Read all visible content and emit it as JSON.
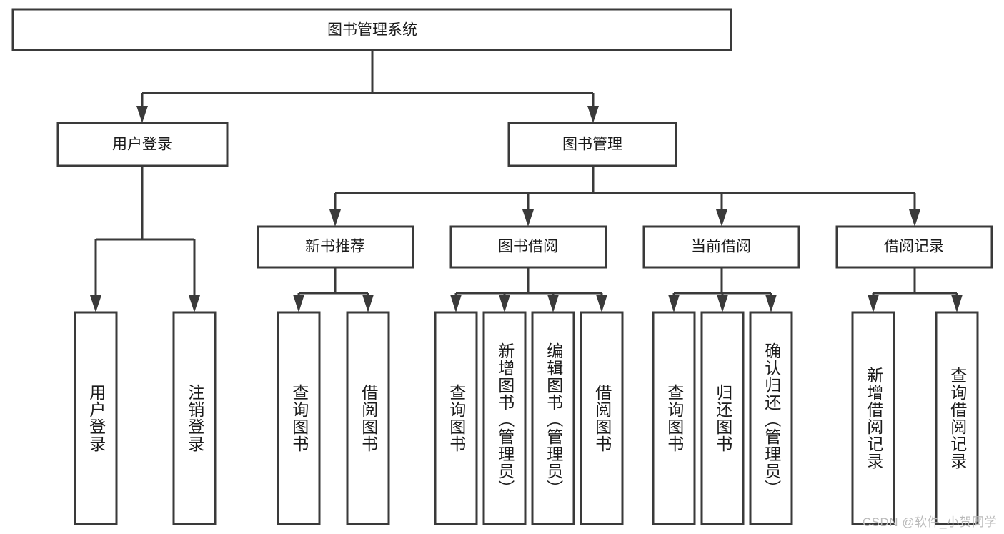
{
  "diagram": {
    "title_node": {
      "label": "图书管理系统"
    },
    "level2": [
      {
        "id": "user-login",
        "label": "用户登录"
      },
      {
        "id": "book-management",
        "label": "图书管理"
      }
    ],
    "level3": [
      {
        "id": "new-book-recommend",
        "label": "新书推荐"
      },
      {
        "id": "book-borrow",
        "label": "图书借阅"
      },
      {
        "id": "current-borrow",
        "label": "当前借阅"
      },
      {
        "id": "borrow-record",
        "label": "借阅记录"
      }
    ],
    "leaves": [
      {
        "id": "leaf-user-login",
        "label": "用户登录",
        "parent": "user-login"
      },
      {
        "id": "leaf-logout-login",
        "label": "注销登录",
        "parent": "user-login"
      },
      {
        "id": "leaf-query-book-1",
        "label": "查询图书",
        "parent": "new-book-recommend"
      },
      {
        "id": "leaf-borrow-book-1",
        "label": "借阅图书",
        "parent": "new-book-recommend"
      },
      {
        "id": "leaf-query-book-2",
        "label": "查询图书",
        "parent": "book-borrow"
      },
      {
        "id": "leaf-add-book",
        "label": "新增图书（管理员）",
        "parent": "book-borrow"
      },
      {
        "id": "leaf-edit-book",
        "label": "编辑图书（管理员）",
        "parent": "book-borrow"
      },
      {
        "id": "leaf-borrow-book-2",
        "label": "借阅图书",
        "parent": "book-borrow"
      },
      {
        "id": "leaf-query-book-3",
        "label": "查询图书",
        "parent": "current-borrow"
      },
      {
        "id": "leaf-return-book",
        "label": "归还图书",
        "parent": "current-borrow"
      },
      {
        "id": "leaf-confirm-return",
        "label": "确认归还（管理员）",
        "parent": "current-borrow"
      },
      {
        "id": "leaf-add-record",
        "label": "新增借阅记录",
        "parent": "borrow-record"
      },
      {
        "id": "leaf-query-record",
        "label": "查询借阅记录",
        "parent": "borrow-record"
      }
    ],
    "watermark": "CSDN @软件_小贺同学",
    "colors": {
      "stroke": "#3a3a3a",
      "box_fill": "#ffffff",
      "text": "#1b1b1b",
      "watermark": "#b9b9b9",
      "background": "#ffffff"
    }
  }
}
